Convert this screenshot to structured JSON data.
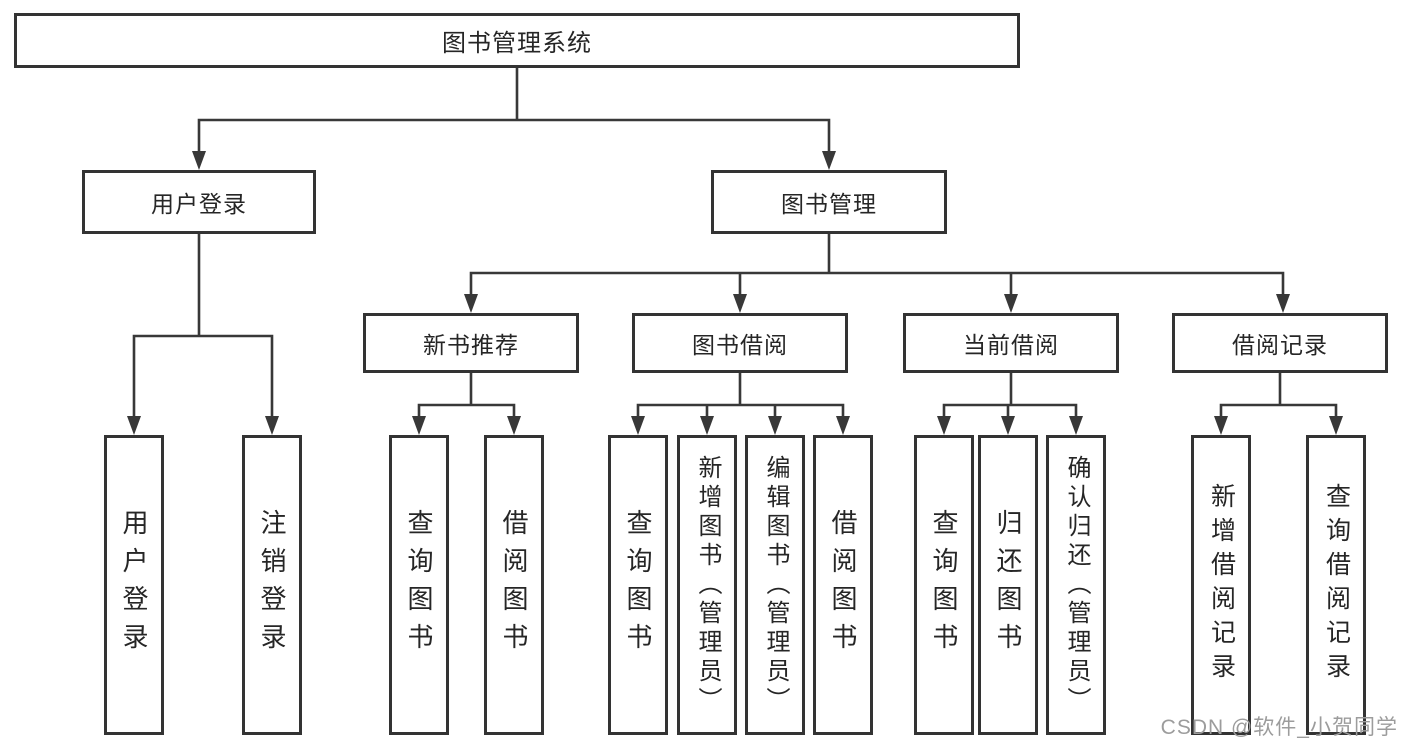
{
  "diagram_type": "hierarchy-tree",
  "tree": {
    "label": "图书管理系统",
    "children": [
      {
        "label": "用户登录",
        "children": [
          {
            "label": "用户登录"
          },
          {
            "label": "注销登录"
          }
        ]
      },
      {
        "label": "图书管理",
        "children": [
          {
            "label": "新书推荐",
            "children": [
              {
                "label": "查询图书"
              },
              {
                "label": "借阅图书"
              }
            ]
          },
          {
            "label": "图书借阅",
            "children": [
              {
                "label": "查询图书"
              },
              {
                "label": "新增图书（管理员）"
              },
              {
                "label": "编辑图书（管理员）"
              },
              {
                "label": "借阅图书"
              }
            ]
          },
          {
            "label": "当前借阅",
            "children": [
              {
                "label": "查询图书"
              },
              {
                "label": "归还图书"
              },
              {
                "label": "确认归还（管理员）"
              }
            ]
          },
          {
            "label": "借阅记录",
            "children": [
              {
                "label": "新增借阅记录"
              },
              {
                "label": "查询借阅记录"
              }
            ]
          }
        ]
      }
    ]
  },
  "watermark": {
    "text": "CSDN @软件_小贺同学"
  },
  "colors": {
    "background": "#ffffff",
    "box_fill": "#ffffff",
    "box_border": "#333333",
    "line": "#383838",
    "text": "#262626",
    "watermark": "#9c9c9c"
  }
}
